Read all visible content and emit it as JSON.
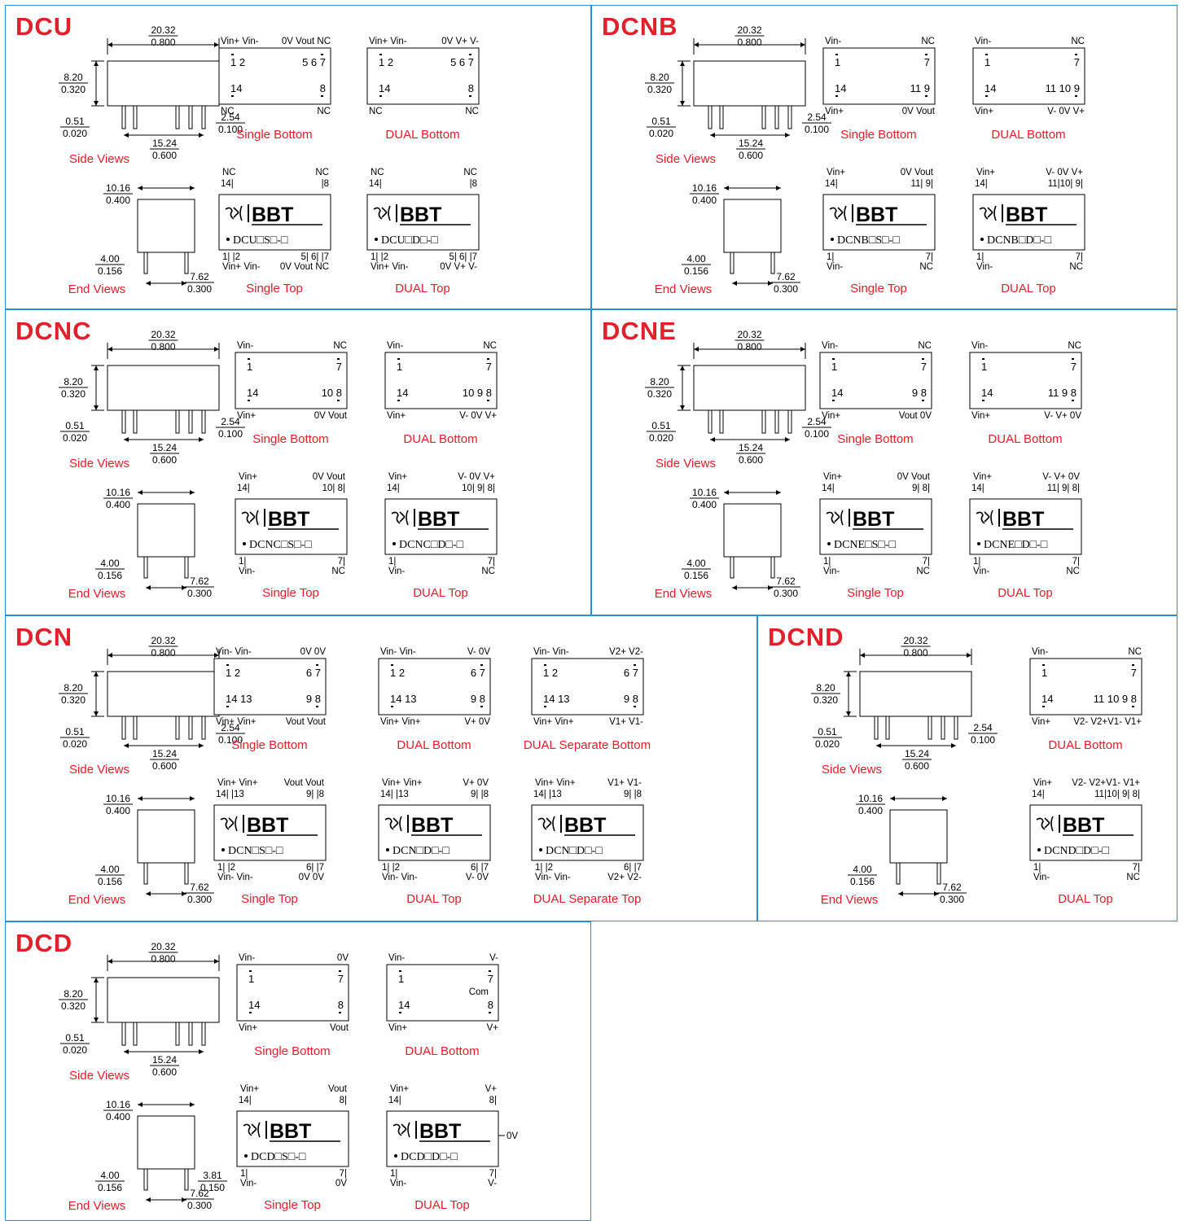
{
  "colors": {
    "title": "#e0202a",
    "border": "#2b8fd0",
    "line": "#000000"
  },
  "brand_text": "BBT",
  "panels": [
    {
      "id": "dcu",
      "title": "DCU",
      "side": {
        "width_mm": "20.32",
        "width_in": "0.800",
        "height_mm": "8.20",
        "height_in": "0.320",
        "pin_mm": "0.51",
        "pin_in": "0.020",
        "pitch_mm": "2.54",
        "pitch_in": "0.100",
        "span_mm": "15.24",
        "span_in": "0.600",
        "label": "Side Views"
      },
      "end": {
        "width_mm": "10.16",
        "width_in": "0.400",
        "pin_len_mm": "4.00",
        "pin_len_in": "0.156",
        "row_mm": "7.62",
        "row_in": "0.300",
        "label": "End Views"
      },
      "diagrams": [
        {
          "kind": "bottom",
          "caption": "Single Bottom",
          "top_labels": [
            "Vin+ Vin-",
            "0V Vout  NC"
          ],
          "top_nums": [
            "1  2",
            "5  6  7"
          ],
          "bot_nums": [
            "14",
            "8"
          ],
          "bot_labels": [
            "NC",
            "NC"
          ]
        },
        {
          "kind": "bottom",
          "caption": "DUAL Bottom",
          "top_labels": [
            "Vin+ Vin-",
            "0V  V+  V-"
          ],
          "top_nums": [
            "1  2",
            "5  6  7"
          ],
          "bot_nums": [
            "14",
            "8"
          ],
          "bot_labels": [
            "NC",
            "NC"
          ]
        },
        {
          "kind": "top",
          "caption": "Single Top",
          "above": [
            "NC",
            "NC"
          ],
          "above_nums": [
            "14|",
            "|8"
          ],
          "below_nums": [
            "1|  |2",
            "5| 6|  |7"
          ],
          "below": [
            "Vin+ Vin-",
            "0V Vout  NC"
          ],
          "label": "DCU□S□-□"
        },
        {
          "kind": "top",
          "caption": "DUAL Top",
          "above": [
            "NC",
            "NC"
          ],
          "above_nums": [
            "14|",
            "|8"
          ],
          "below_nums": [
            "1|  |2",
            "5| 6|  |7"
          ],
          "below": [
            "Vin+ Vin-",
            "0V  V+  V-"
          ],
          "label": "DCU□D□-□"
        }
      ]
    },
    {
      "id": "dcnb",
      "title": "DCNB",
      "side": {
        "width_mm": "20.32",
        "width_in": "0.800",
        "height_mm": "8.20",
        "height_in": "0.320",
        "pin_mm": "0.51",
        "pin_in": "0.020",
        "pitch_mm": "2.54",
        "pitch_in": "0.100",
        "span_mm": "15.24",
        "span_in": "0.600",
        "label": "Side Views"
      },
      "end": {
        "width_mm": "10.16",
        "width_in": "0.400",
        "pin_len_mm": "4.00",
        "pin_len_in": "0.156",
        "row_mm": "7.62",
        "row_in": "0.300",
        "label": "End Views"
      },
      "diagrams": [
        {
          "kind": "bottom",
          "caption": "Single Bottom",
          "top_labels": [
            "Vin-",
            "NC"
          ],
          "top_nums": [
            "1",
            "7"
          ],
          "bot_nums": [
            "14",
            "11    9"
          ],
          "bot_labels": [
            "Vin+",
            "0V  Vout"
          ]
        },
        {
          "kind": "bottom",
          "caption": "DUAL Bottom",
          "top_labels": [
            "Vin-",
            "NC"
          ],
          "top_nums": [
            "1",
            "7"
          ],
          "bot_nums": [
            "14",
            "11 10 9"
          ],
          "bot_labels": [
            "Vin+",
            "V-  0V V+"
          ]
        },
        {
          "kind": "top",
          "caption": "Single Top",
          "above": [
            "Vin+",
            "0V  Vout"
          ],
          "above_nums": [
            "14|",
            "11|    9|"
          ],
          "below_nums": [
            "1|",
            "7|"
          ],
          "below": [
            "Vin-",
            "NC"
          ],
          "label": "DCNB□S□-□"
        },
        {
          "kind": "top",
          "caption": "DUAL Top",
          "above": [
            "Vin+",
            "V- 0V V+"
          ],
          "above_nums": [
            "14|",
            "11|10| 9|"
          ],
          "below_nums": [
            "1|",
            "7|"
          ],
          "below": [
            "Vin-",
            "NC"
          ],
          "label": "DCNB□D□-□"
        }
      ]
    },
    {
      "id": "dcnc",
      "title": "DCNC",
      "side": {
        "width_mm": "20.32",
        "width_in": "0.800",
        "height_mm": "8.20",
        "height_in": "0.320",
        "pin_mm": "0.51",
        "pin_in": "0.020",
        "pitch_mm": "2.54",
        "pitch_in": "0.100",
        "span_mm": "15.24",
        "span_in": "0.600",
        "label": "Side Views"
      },
      "end": {
        "width_mm": "10.16",
        "width_in": "0.400",
        "pin_len_mm": "4.00",
        "pin_len_in": "0.156",
        "row_mm": "7.62",
        "row_in": "0.300",
        "label": "End Views"
      },
      "diagrams": [
        {
          "kind": "bottom",
          "caption": "Single Bottom",
          "top_labels": [
            "Vin-",
            "NC"
          ],
          "top_nums": [
            "1",
            "7"
          ],
          "bot_nums": [
            "14",
            "10    8"
          ],
          "bot_labels": [
            "Vin+",
            "0V   Vout"
          ]
        },
        {
          "kind": "bottom",
          "caption": "DUAL Bottom",
          "top_labels": [
            "Vin-",
            "NC"
          ],
          "top_nums": [
            "1",
            "7"
          ],
          "bot_nums": [
            "14",
            "10 9  8"
          ],
          "bot_labels": [
            "Vin+",
            "V-  0V V+"
          ]
        },
        {
          "kind": "top",
          "caption": "Single Top",
          "above": [
            "Vin+",
            "0V    Vout"
          ],
          "above_nums": [
            "14|",
            "10|    8|"
          ],
          "below_nums": [
            "1|",
            "7|"
          ],
          "below": [
            "Vin-",
            "NC"
          ],
          "label": "DCNC□S□-□"
        },
        {
          "kind": "top",
          "caption": "DUAL Top",
          "above": [
            "Vin+",
            "V- 0V V+"
          ],
          "above_nums": [
            "14|",
            "10| 9| 8|"
          ],
          "below_nums": [
            "1|",
            "7|"
          ],
          "below": [
            "Vin-",
            "NC"
          ],
          "label": "DCNC□D□-□"
        }
      ]
    },
    {
      "id": "dcne",
      "title": "DCNE",
      "side": {
        "width_mm": "20.32",
        "width_in": "0.800",
        "height_mm": "8.20",
        "height_in": "0.320",
        "pin_mm": "0.51",
        "pin_in": "0.020",
        "pitch_mm": "2.54",
        "pitch_in": "0.100",
        "span_mm": "15.24",
        "span_in": "0.600",
        "label": "Side Views"
      },
      "end": {
        "width_mm": "10.16",
        "width_in": "0.400",
        "pin_len_mm": "4.00",
        "pin_len_in": "0.156",
        "row_mm": "7.62",
        "row_in": "0.300",
        "label": "End Views"
      },
      "diagrams": [
        {
          "kind": "bottom",
          "caption": "Single Bottom",
          "top_labels": [
            "Vin-",
            "NC"
          ],
          "top_nums": [
            "1",
            "7"
          ],
          "bot_nums": [
            "14",
            "9  8"
          ],
          "bot_labels": [
            "Vin+",
            "Vout  0V"
          ]
        },
        {
          "kind": "bottom",
          "caption": "DUAL Bottom",
          "top_labels": [
            "Vin-",
            "NC"
          ],
          "top_nums": [
            "1",
            "7"
          ],
          "bot_nums": [
            "14",
            "11    9  8"
          ],
          "bot_labels": [
            "Vin+",
            "V-    V+  0V"
          ]
        },
        {
          "kind": "top",
          "caption": "Single Top",
          "above": [
            "Vin+",
            "0V Vout"
          ],
          "above_nums": [
            "14|",
            "9| 8|"
          ],
          "below_nums": [
            "1|",
            "7|"
          ],
          "below": [
            "Vin-",
            "NC"
          ],
          "label": "DCNE□S□-□"
        },
        {
          "kind": "top",
          "caption": "DUAL Top",
          "above": [
            "Vin+",
            "V-     V+ 0V"
          ],
          "above_nums": [
            "14|",
            "11|    9| 8|"
          ],
          "below_nums": [
            "1|",
            "7|"
          ],
          "below": [
            "Vin-",
            "NC"
          ],
          "label": "DCNE□D□-□"
        }
      ]
    },
    {
      "id": "dcn",
      "title": "DCN",
      "side": {
        "width_mm": "20.32",
        "width_in": "0.800",
        "height_mm": "8.20",
        "height_in": "0.320",
        "pin_mm": "0.51",
        "pin_in": "0.020",
        "pitch_mm": "2.54",
        "pitch_in": "0.100",
        "span_mm": "15.24",
        "span_in": "0.600",
        "label": "Side Views"
      },
      "end": {
        "width_mm": "10.16",
        "width_in": "0.400",
        "pin_len_mm": "4.00",
        "pin_len_in": "0.156",
        "row_mm": "7.62",
        "row_in": "0.300",
        "label": "End Views"
      },
      "diagrams": [
        {
          "kind": "bottom",
          "caption": "Single Bottom",
          "top_labels": [
            "Vin-  Vin-",
            "0V  0V"
          ],
          "top_nums": [
            "1  2",
            "6  7"
          ],
          "bot_nums": [
            "14 13",
            "9  8"
          ],
          "bot_labels": [
            "Vin+  Vin+",
            "Vout  Vout"
          ]
        },
        {
          "kind": "bottom",
          "caption": "DUAL Bottom",
          "top_labels": [
            "Vin-  Vin-",
            "V-  0V"
          ],
          "top_nums": [
            "1  2",
            "6  7"
          ],
          "bot_nums": [
            "14 13",
            "9  8"
          ],
          "bot_labels": [
            "Vin+  Vin+",
            "V+  0V"
          ]
        },
        {
          "kind": "bottom",
          "caption": "DUAL Separate Bottom",
          "top_labels": [
            "Vin-  Vin-",
            "V2+  V2-"
          ],
          "top_nums": [
            "1  2",
            "6  7"
          ],
          "bot_nums": [
            "14 13",
            "9  8"
          ],
          "bot_labels": [
            "Vin+  Vin+",
            "V1+  V1-"
          ]
        },
        {
          "kind": "top",
          "caption": "Single Top",
          "above": [
            "Vin+  Vin+",
            "Vout  Vout"
          ],
          "above_nums": [
            "14|  |13",
            "9|  |8"
          ],
          "below_nums": [
            "1|  |2",
            "6|  |7"
          ],
          "below": [
            "Vin-  Vin-",
            "0V  0V"
          ],
          "label": "DCN□S□-□"
        },
        {
          "kind": "top",
          "caption": "DUAL Top",
          "above": [
            "Vin+  Vin+",
            "V+  0V"
          ],
          "above_nums": [
            "14|  |13",
            "9|  |8"
          ],
          "below_nums": [
            "1|  |2",
            "6|  |7"
          ],
          "below": [
            "Vin-  Vin-",
            "V-  0V"
          ],
          "label": "DCN□D□-□"
        },
        {
          "kind": "top",
          "caption": "DUAL Separate Top",
          "above": [
            "Vin+  Vin+",
            "V1+  V1-"
          ],
          "above_nums": [
            "14|  |13",
            "9|  |8"
          ],
          "below_nums": [
            "1|  |2",
            "6|  |7"
          ],
          "below": [
            "Vin-  Vin-",
            "V2+  V2-"
          ],
          "label": "DCN□D□-□"
        }
      ]
    },
    {
      "id": "dcnd",
      "title": "DCND",
      "side": {
        "width_mm": "20.32",
        "width_in": "0.800",
        "height_mm": "8.20",
        "height_in": "0.320",
        "pin_mm": "0.51",
        "pin_in": "0.020",
        "pitch_mm": "2.54",
        "pitch_in": "0.100",
        "span_mm": "15.24",
        "span_in": "0.600",
        "label": "Side Views"
      },
      "end": {
        "width_mm": "10.16",
        "width_in": "0.400",
        "pin_len_mm": "4.00",
        "pin_len_in": "0.156",
        "row_mm": "7.62",
        "row_in": "0.300",
        "label": "End Views"
      },
      "diagrams": [
        {
          "kind": "bottom",
          "caption": "DUAL Bottom",
          "top_labels": [
            "Vin-",
            "NC"
          ],
          "top_nums": [
            "1",
            "7"
          ],
          "bot_nums": [
            "14",
            "11 10 9  8"
          ],
          "bot_labels": [
            "Vin+",
            "V2- V2+V1- V1+"
          ]
        },
        {
          "kind": "top",
          "caption": "DUAL Top",
          "above": [
            "Vin+",
            "V2- V2+V1- V1+"
          ],
          "above_nums": [
            "14|",
            "11|10| 9| 8|"
          ],
          "below_nums": [
            "1|",
            "7|"
          ],
          "below": [
            "Vin-",
            "NC"
          ],
          "label": "DCND□D□-□"
        }
      ]
    },
    {
      "id": "dcd",
      "title": "DCD",
      "side": {
        "width_mm": "20.32",
        "width_in": "0.800",
        "height_mm": "8.20",
        "height_in": "0.320",
        "pin_mm": "0.51",
        "pin_in": "0.020",
        "span_mm": "15.24",
        "span_in": "0.600",
        "label": "Side Views"
      },
      "end": {
        "width_mm": "10.16",
        "width_in": "0.400",
        "pin_len_mm": "4.00",
        "pin_len_in": "0.156",
        "row_mm": "7.62",
        "row_in": "0.300",
        "extra_mm": "3.81",
        "extra_in": "0.150",
        "label": "End Views"
      },
      "diagrams": [
        {
          "kind": "bottom",
          "caption": "Single Bottom",
          "top_labels": [
            "Vin-",
            "0V"
          ],
          "top_nums": [
            "1",
            "7"
          ],
          "bot_nums": [
            "14",
            "8"
          ],
          "bot_labels": [
            "Vin+",
            "Vout"
          ]
        },
        {
          "kind": "bottom",
          "caption": "DUAL Bottom",
          "top_labels": [
            "Vin-",
            "V-"
          ],
          "top_nums": [
            "1",
            "7"
          ],
          "bot_nums": [
            "14",
            "8"
          ],
          "bot_labels": [
            "Vin+",
            "V+"
          ],
          "mid_label": "Com"
        },
        {
          "kind": "top",
          "caption": "Single Top",
          "above": [
            "Vin+",
            "Vout"
          ],
          "above_nums": [
            "14|",
            "8|"
          ],
          "below_nums": [
            "1|",
            "7|"
          ],
          "below": [
            "Vin-",
            "0V"
          ],
          "label": "DCD□S□-□"
        },
        {
          "kind": "top",
          "caption": "DUAL Top",
          "above": [
            "Vin+",
            "V+"
          ],
          "above_nums": [
            "14|",
            "8|"
          ],
          "below_nums": [
            "1|",
            "7|"
          ],
          "below": [
            "Vin-",
            "V-"
          ],
          "label": "DCD□D□-□",
          "side_label": "0V"
        }
      ]
    }
  ]
}
